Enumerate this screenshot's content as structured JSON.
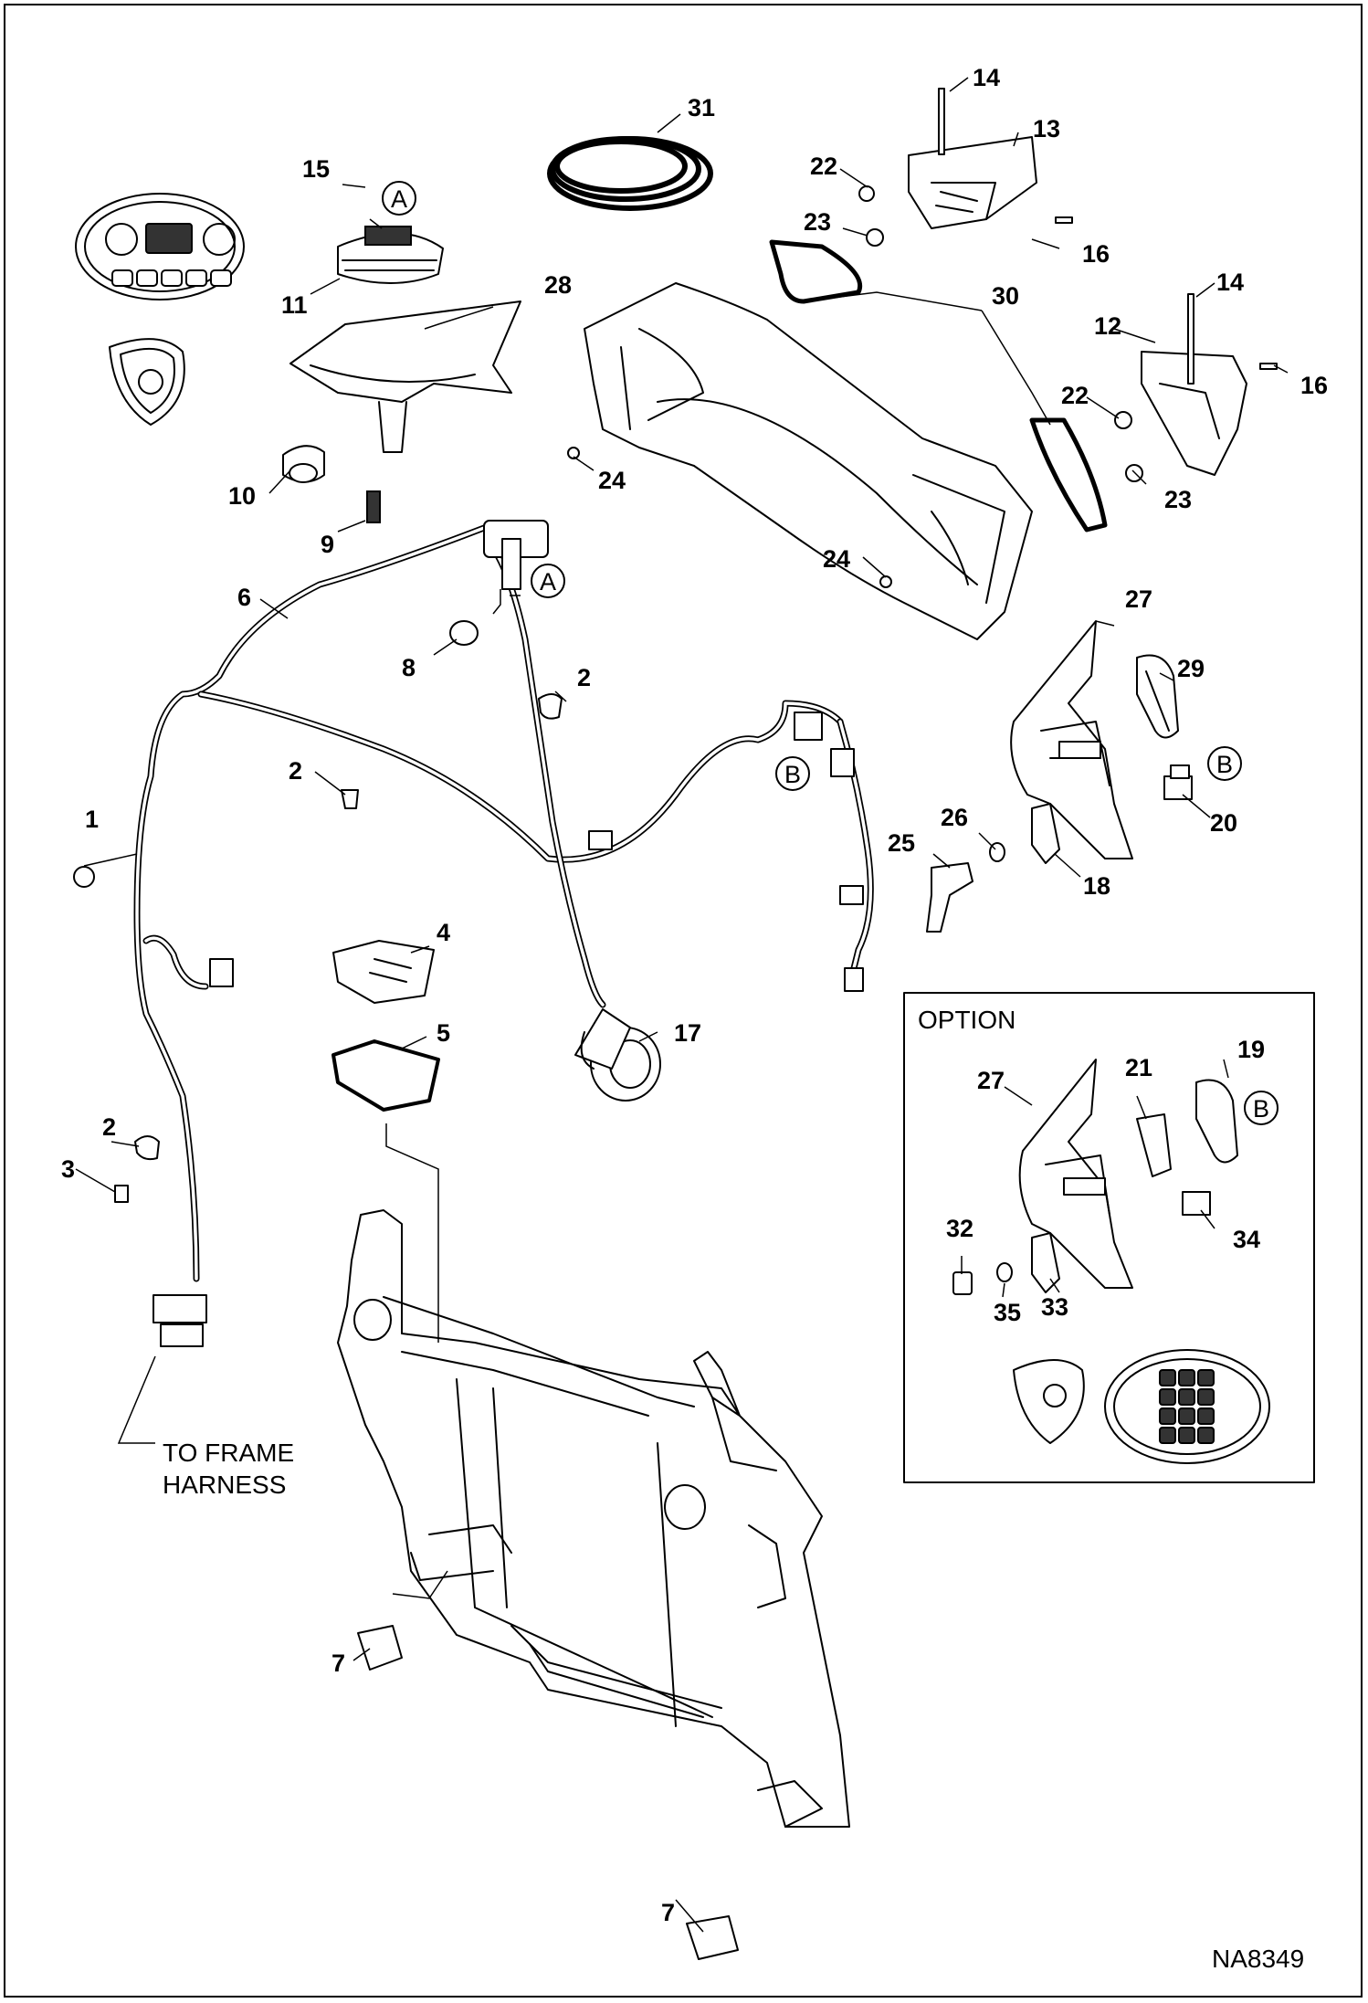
{
  "drawing_number": "NA8349",
  "option_box_title": "OPTION",
  "frame_harness_note": [
    "TO FRAME",
    "HARNESS"
  ],
  "reference_markers": {
    "a": "A",
    "b": "B"
  },
  "callouts": {
    "c1": "1",
    "c2a": "2",
    "c2b": "2",
    "c2c": "2",
    "c3": "3",
    "c4": "4",
    "c5": "5",
    "c6": "6",
    "c7a": "7",
    "c7b": "7",
    "c8": "8",
    "c9": "9",
    "c10": "10",
    "c11": "11",
    "c12": "12",
    "c13": "13",
    "c14a": "14",
    "c14b": "14",
    "c15": "15",
    "c16a": "16",
    "c16b": "16",
    "c17": "17",
    "c18": "18",
    "c19": "19",
    "c20": "20",
    "c21": "21",
    "c22a": "22",
    "c22b": "22",
    "c23a": "23",
    "c23b": "23",
    "c24a": "24",
    "c24b": "24",
    "c25": "25",
    "c26": "26",
    "c27a": "27",
    "c27b": "27",
    "c28": "28",
    "c29": "29",
    "c30": "30",
    "c31": "31",
    "c32": "32",
    "c33": "33",
    "c34": "34",
    "c35": "35"
  }
}
